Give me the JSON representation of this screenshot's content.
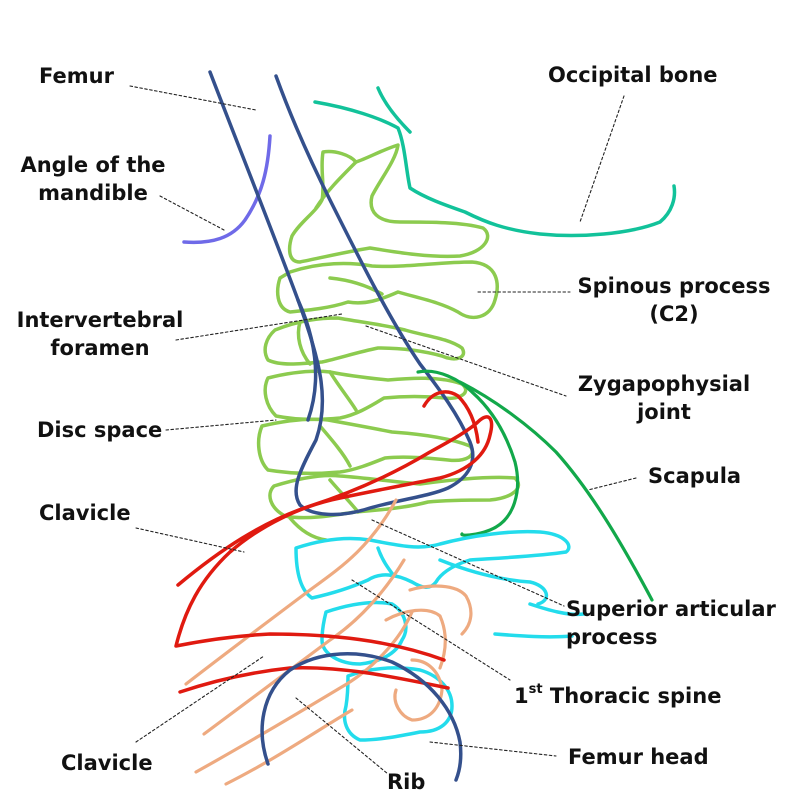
{
  "colors": {
    "femur": "#34508c",
    "occipital": "#12c29a",
    "mandible": "#6f6ae8",
    "cervical": "#8ccb4f",
    "clavicle": "#e01a10",
    "scapula": "#12a84a",
    "thoracic": "#23dcec",
    "rib": "#eeaa80",
    "leader": "#222222"
  },
  "labels": {
    "femur_top": "Femur",
    "occipital": "Occipital bone",
    "angle_mandible_1": "Angle of the",
    "angle_mandible_2": "mandible",
    "spinous_1": "Spinous process",
    "spinous_2": "(C2)",
    "intervertebral_1": "Intervertebral",
    "intervertebral_2": "foramen",
    "zygapophysial_1": "Zygapophysial",
    "zygapophysial_2": "joint",
    "disc_space": "Disc space",
    "scapula": "Scapula",
    "clavicle_upper": "Clavicle",
    "superior_articular_1": "Superior articular",
    "superior_articular_2": "process",
    "thoracic_num": "1",
    "thoracic_sup": "st",
    "thoracic_rest": " Thoracic spine",
    "clavicle_lower": "Clavicle",
    "femur_head": "Femur head",
    "rib": "Rib"
  }
}
